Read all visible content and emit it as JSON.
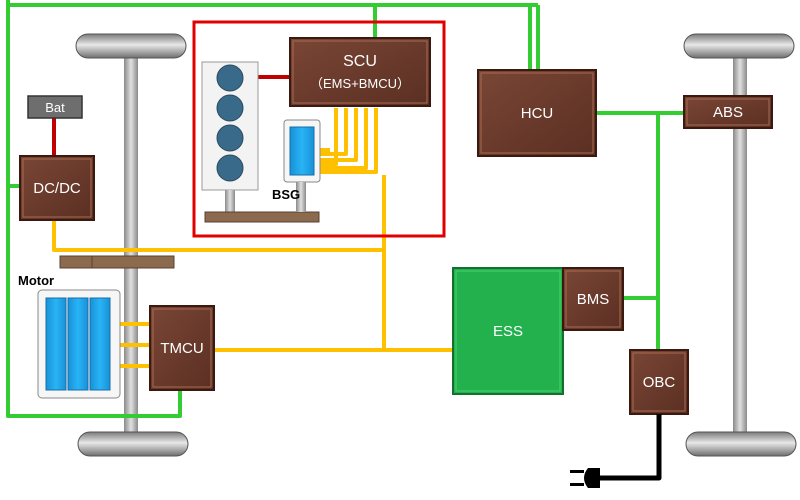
{
  "diagram": {
    "colors": {
      "can_bus": "#33cc33",
      "high_voltage": "#ffc000",
      "low_voltage": "#c00000",
      "controller_fill": "#6b3b2b",
      "ess_fill": "#22b14c",
      "highlight_frame": "#e00000",
      "axle": "#a9a9a9"
    },
    "labels": {
      "bat": "Bat",
      "dcdc": "DC/DC",
      "scu_line1": "SCU",
      "scu_line2": "（EMS+BMCU）",
      "bsg": "BSG",
      "hcu": "HCU",
      "abs": "ABS",
      "motor": "Motor",
      "tmcu": "TMCU",
      "ess": "ESS",
      "bms": "BMS",
      "obc": "OBC"
    },
    "icons": [
      "engine-icon",
      "bsg-generator-icon",
      "motor-icon",
      "plug-icon",
      "wheel-icon"
    ]
  }
}
